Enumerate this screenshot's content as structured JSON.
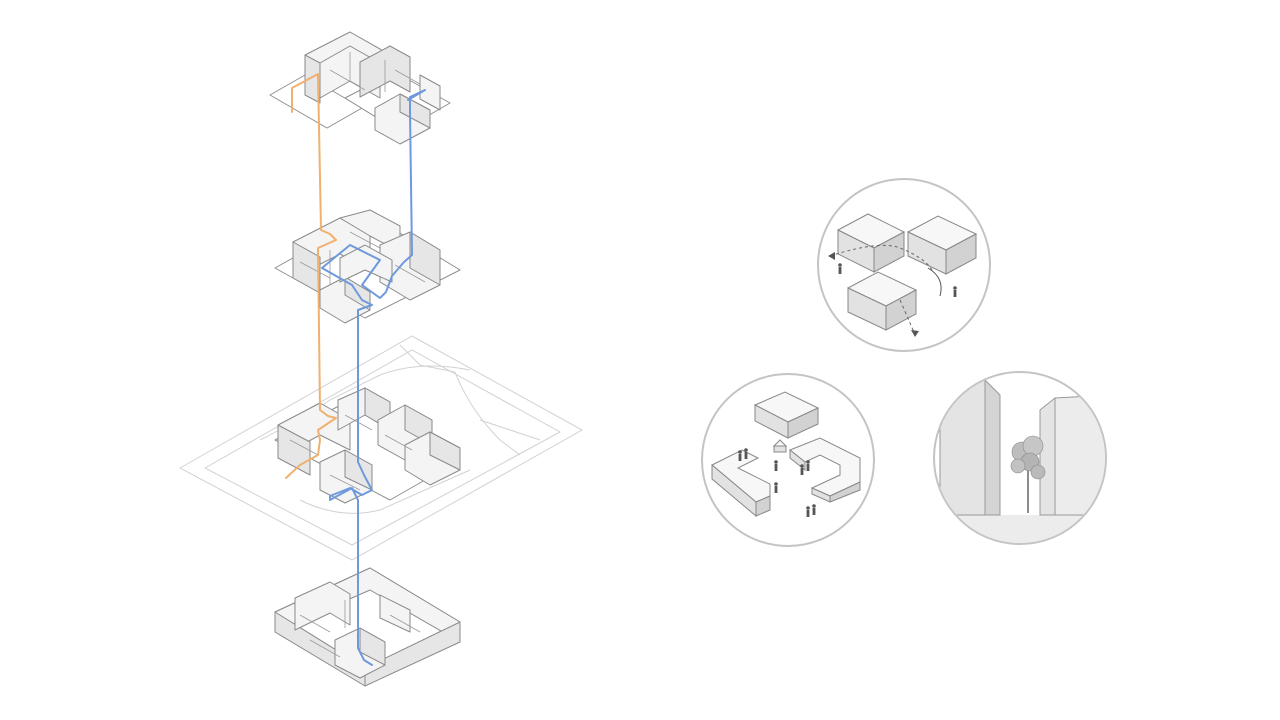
{
  "diagram": {
    "axonometric": {
      "levels": [
        "top-floor",
        "second-floor",
        "ground-floor-with-site",
        "basement"
      ],
      "circulation_colors": {
        "orange": "#f0b070",
        "blue": "#6f99dd"
      }
    },
    "vignettes": [
      "path-between-blocks",
      "courtyard-gathering",
      "narrow-gap-with-tree"
    ]
  }
}
